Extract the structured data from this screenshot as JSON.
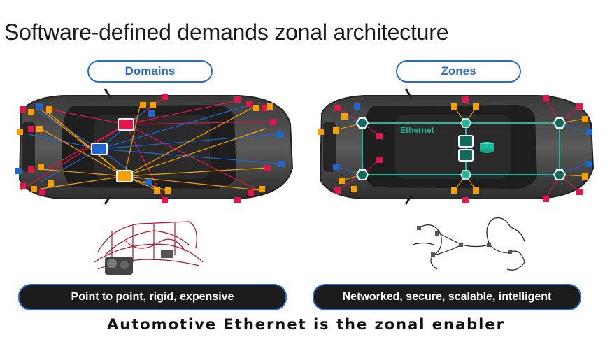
{
  "title": "Software-defined demands zonal architecture",
  "left": {
    "header": "Domains",
    "caption": "Point to point, rigid, expensive"
  },
  "right": {
    "header": "Zones",
    "network_label": "Ethernet",
    "caption": "Networked, secure, scalable, intelligent"
  },
  "footer": "Automotive Ethernet is the zonal enabler",
  "colors": {
    "accent_blue": "#2a6dc9",
    "red": "#e3154a",
    "orange": "#f5a000",
    "blue": "#1e66d0",
    "teal": "#1bb89a"
  }
}
